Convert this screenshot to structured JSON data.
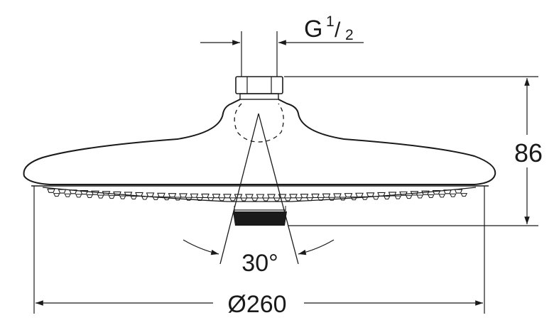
{
  "labels": {
    "thread_prefix": "G",
    "thread_numerator": "1",
    "thread_slash": "/",
    "thread_denominator": "2",
    "height": "86",
    "angle": "30°",
    "diameter": "Ø260"
  },
  "colors": {
    "ink": "#1a1a1a",
    "background": "#ffffff"
  }
}
